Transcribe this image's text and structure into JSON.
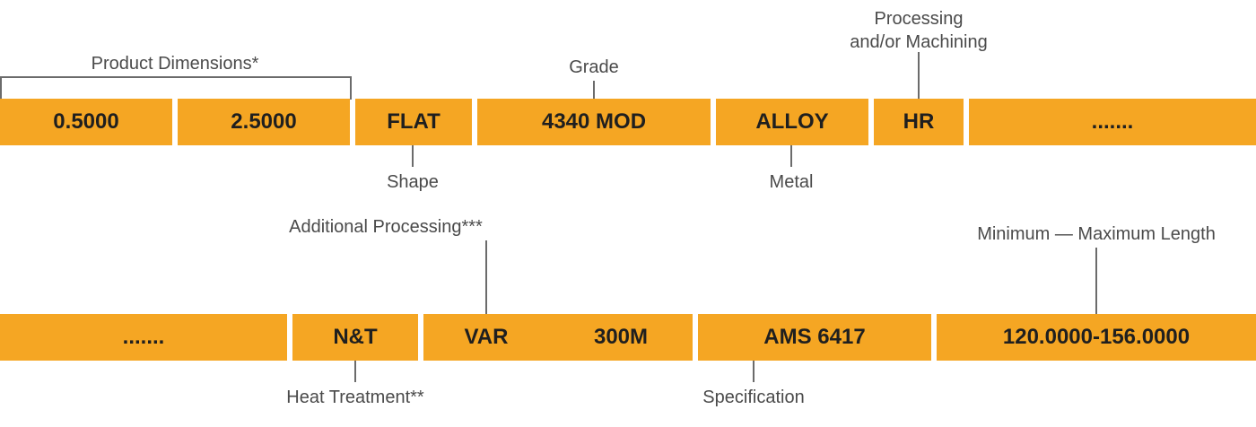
{
  "row1": {
    "segments": [
      "0.5000",
      "2.5000",
      "FLAT",
      "4340 MOD",
      "ALLOY",
      "HR",
      "......."
    ],
    "labels": {
      "product_dimensions": "Product Dimensions*",
      "shape": "Shape",
      "grade": "Grade",
      "metal": "Metal",
      "processing_line1": "Processing",
      "processing_line2": "and/or Machining"
    }
  },
  "row2": {
    "segments": [
      ".......",
      "N&T",
      "VAR",
      "300M",
      "AMS 6417",
      "120.0000-156.0000"
    ],
    "labels": {
      "additional_processing": "Additional Processing***",
      "heat_treatment": "Heat Treatment**",
      "specification": "Specification",
      "length": "Minimum — Maximum Length"
    }
  },
  "colors": {
    "segment": "#F5A623",
    "text": "#1f1f1f",
    "label": "#4a4a4a",
    "line": "#6b6b6b"
  }
}
